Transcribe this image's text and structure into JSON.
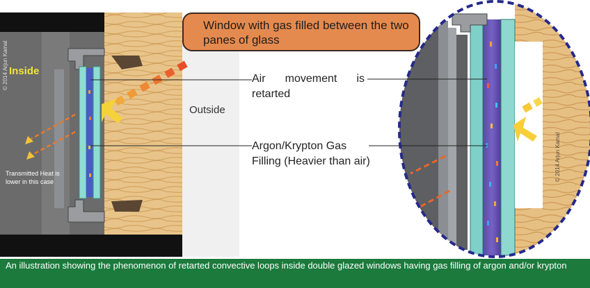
{
  "title": "Window with gas filled between the two panes of glass",
  "labels": {
    "inside": "Inside",
    "outside": "Outside",
    "air_movement": "Air movement is retarted",
    "argon": "Argon/Krypton Gas Filling (Heavier than air)",
    "transmitted_heat": "Transmitted Heat is lower in this case"
  },
  "copyright_left": "© 2014 Arjun Kamal",
  "copyright_right": "© 2014 Arjun Kamal",
  "caption": "An illustration showing the phenomenon of  retarted convective loops inside double glazed windows having gas filling of argon and/or krypton",
  "colors": {
    "title_box": "#e58a4e",
    "caption_bar": "#1b7a3c",
    "wood": "#e7c58e",
    "gas_fill": "#6a56b0",
    "glass": "#7fd0c8",
    "frame_dark": "#5f6266",
    "zoom_border": "#2a2e86",
    "heat_arrow": "#f2a23a",
    "inside_arrow": "#f1c93a"
  }
}
